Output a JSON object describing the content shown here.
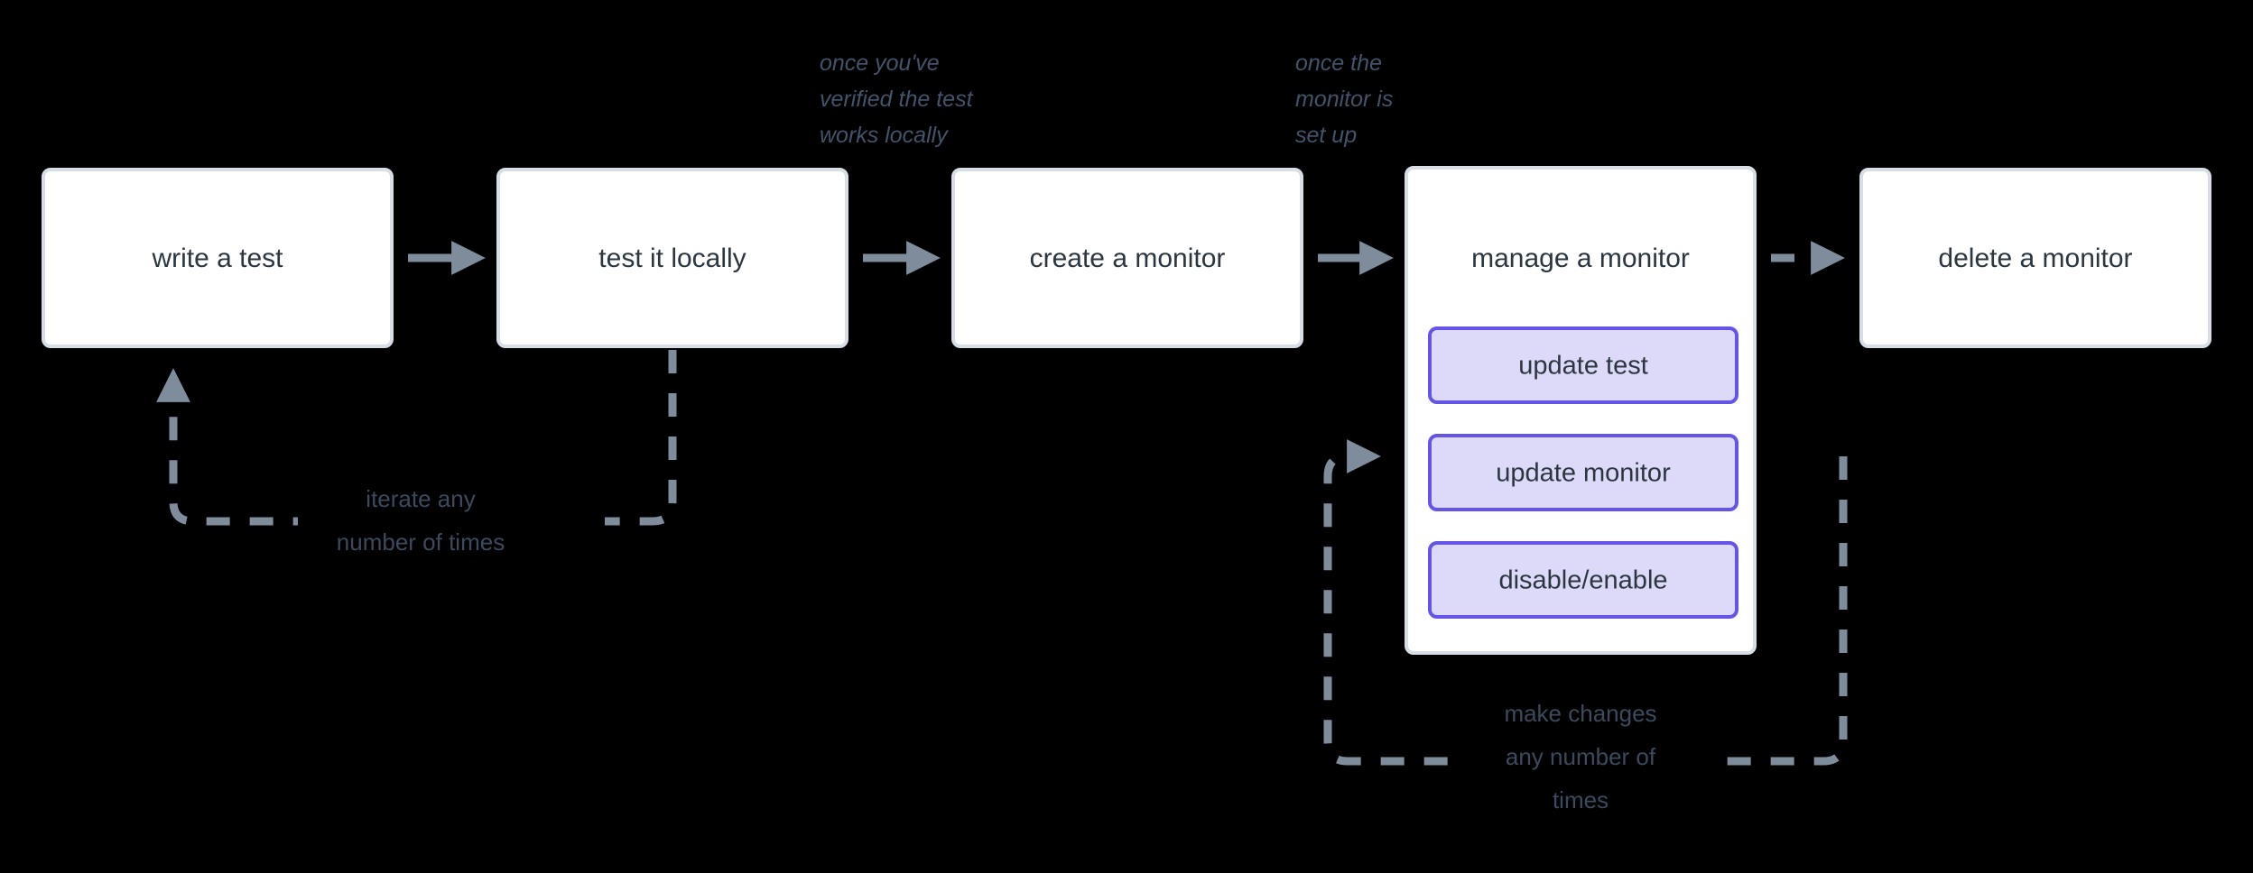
{
  "diagram": {
    "title": "synthetic monitor lifecycle flowchart",
    "background_color": "#000000",
    "nodes": [
      {
        "id": "write-a-test",
        "label": "write a test"
      },
      {
        "id": "test-it-locally",
        "label": "test it locally"
      },
      {
        "id": "create-a-monitor",
        "label": "create a monitor"
      },
      {
        "id": "manage-a-monitor",
        "label": "manage a monitor"
      },
      {
        "id": "delete-a-monitor",
        "label": "delete a monitor"
      }
    ],
    "sub_nodes": [
      {
        "id": "update-test",
        "label": "update test"
      },
      {
        "id": "update-monitor",
        "label": "update monitor"
      },
      {
        "id": "disable-enable",
        "label": "disable/enable"
      }
    ],
    "conditions": [
      {
        "id": "verified-locally",
        "lines": [
          "once you've",
          "verified the test",
          "works locally"
        ]
      },
      {
        "id": "monitor-set-up",
        "lines": [
          "once the",
          "monitor is",
          "set up"
        ]
      }
    ],
    "loop_labels": [
      {
        "id": "iterate-loop",
        "lines": [
          "iterate any",
          "number of times"
        ]
      },
      {
        "id": "changes-loop",
        "lines": [
          "make changes",
          "any number of",
          "times"
        ]
      }
    ],
    "colors": {
      "node_fill": "#ffffff",
      "node_border": "#d7dee6",
      "sub_fill": "#ddd9f8",
      "sub_border": "#6455e8",
      "text": "#2b3640",
      "edge": "#7e8c9b",
      "note_text": "#3b4a5c",
      "condition_text": "#43536a"
    }
  }
}
